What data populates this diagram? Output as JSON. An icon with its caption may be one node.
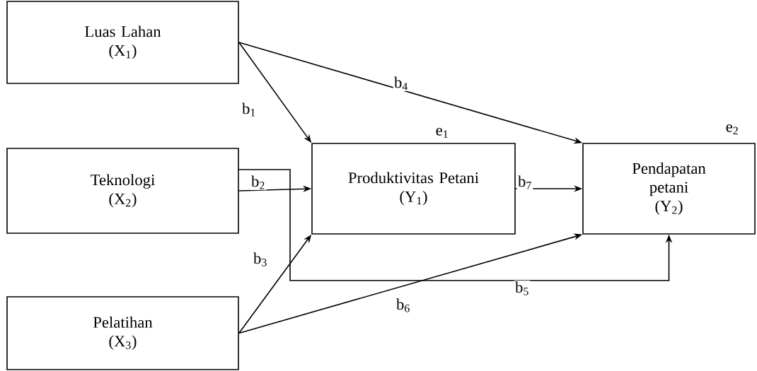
{
  "diagram": {
    "nodes": [
      {
        "text": [
          "Luas Lahan",
          "(X$_{1}$)"
        ]
      },
      {
        "text": [
          "Teknologi",
          "(X$_{2}$)"
        ]
      },
      {
        "text": [
          "Pelatihan",
          "(X$_{3}$)"
        ]
      },
      {
        "text": [
          "Produktivitas Petani",
          "(Y$_{1}$)"
        ],
        "beside": [
          "e$_{1}$"
        ]
      },
      {
        "text": [
          "Pendapatan petani",
          "(Y$_{2}$)"
        ],
        "beside": [
          "e$_{2}$"
        ]
      }
    ],
    "edges": [
      {
        "from": 0,
        "to": 3,
        "arrow": "to",
        "label": "b$_{1}$"
      },
      {
        "from": 1,
        "to": 3,
        "arrow": "to",
        "label": "b$_{2}$"
      },
      {
        "from": 2,
        "to": 3,
        "arrow": "to",
        "label": "b$_{3}$"
      },
      {
        "from": 0,
        "to": 4,
        "arrow": "to",
        "label": "b$_{4}$"
      },
      {
        "from": 1,
        "to": 4,
        "arrow": "to",
        "label": "b$_{5}$"
      },
      {
        "from": 2,
        "to": 4,
        "arrow": "to",
        "label": "b$_{6}$"
      },
      {
        "from": 3,
        "to": 4,
        "arrow": "to",
        "label": "b$_{7}$"
      }
    ]
  }
}
